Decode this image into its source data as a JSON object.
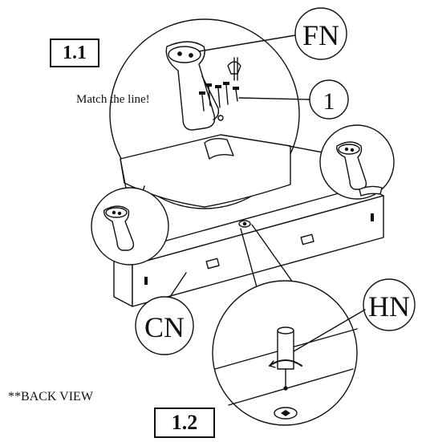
{
  "steps": {
    "step_1_1": "1.1",
    "step_1_2": "1.2"
  },
  "callouts": {
    "fn": "FN",
    "part_1": "1",
    "hn": "HN",
    "cn": "CN"
  },
  "notes": {
    "match_line": "Match the line!",
    "back_view": "**BACK VIEW"
  }
}
